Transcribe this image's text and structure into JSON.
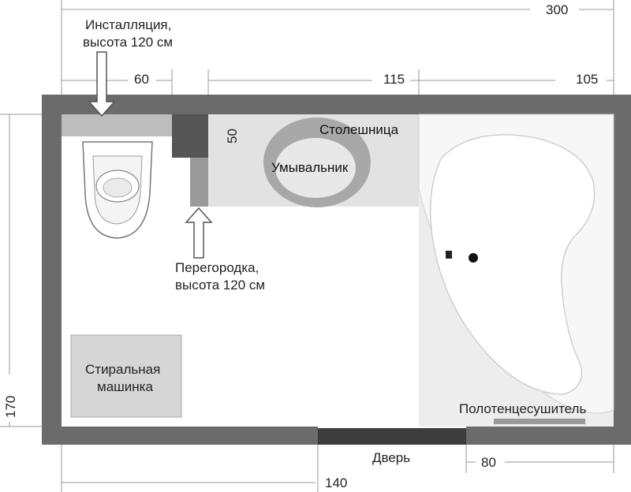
{
  "labels": {
    "installation_line1": "Инсталляция,",
    "installation_line2": "высота 120 см",
    "partition_line1": "Перегородка,",
    "partition_line2": "высота 120 см",
    "countertop": "Столешница",
    "washbasin": "Умывальник",
    "washer_line1": "Стиральная",
    "washer_line2": "машинка",
    "towel_dryer": "Полотенцесушитель",
    "door": "Дверь"
  },
  "dimensions": {
    "total_width": "300",
    "height": "170",
    "install_width": "60",
    "counter_width": "115",
    "bath_width": "105",
    "counter_depth": "50",
    "to_door": "140",
    "door_width": "80"
  },
  "colors": {
    "wall": "#6b6b6b",
    "fixture": "#cfcfcf",
    "counter": "#e2e2e2",
    "partition_dark": "#555555",
    "door": "#3c3c3c",
    "bath": "#f2f2f2"
  }
}
